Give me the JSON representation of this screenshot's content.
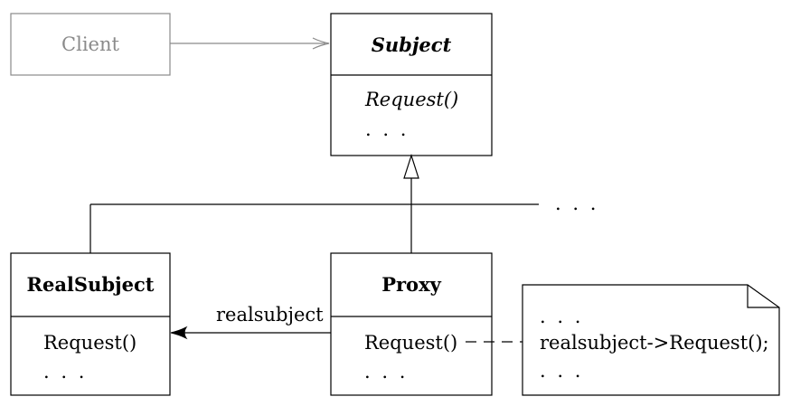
{
  "client": {
    "name": "Client"
  },
  "subject": {
    "name": "Subject",
    "operations": [
      "Request()",
      ". . ."
    ]
  },
  "real_subject": {
    "name": "RealSubject",
    "operations": [
      "Request()",
      ". . ."
    ]
  },
  "proxy": {
    "name": "Proxy",
    "operations": [
      "Request()",
      ". . ."
    ]
  },
  "association": {
    "label": "realsubject"
  },
  "continuation": {
    "label": ". . ."
  },
  "note": {
    "lines": [
      ". . .",
      "realsubject->Request();",
      ". . ."
    ]
  },
  "colors": {
    "line": "#000000",
    "client": "#8a8a8a"
  }
}
